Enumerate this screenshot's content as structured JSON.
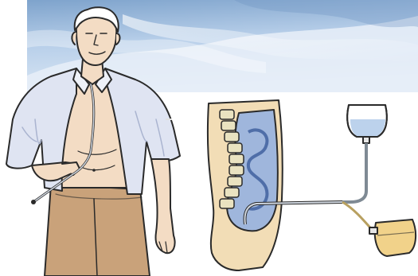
{
  "illustration": {
    "subject": "patient-with-peritoneal-dialysis-catheter",
    "panels": [
      "patient-figure",
      "abdominal-cross-section",
      "dialysate-bags"
    ]
  },
  "colors": {
    "sky_top": "#8fb1d4",
    "sky_mid": "#c4d9ee",
    "sky_light": "#e9f1fa",
    "shirt": "#dfe4f2",
    "shirt_shadow": "#aab4d0",
    "trousers": "#c9a27a",
    "skin": "#f3dcc4",
    "section_tissue": "#f2ddb6",
    "section_spine": "#e9e2c0",
    "peritoneal_fluid": "#9fb6dc",
    "catheter": "#9aa6b0",
    "bag_fill": "#bcd2ec",
    "drain_bag": "#f1d28a",
    "drain_line": "#b8a060",
    "outline": "#2a2a2a"
  }
}
